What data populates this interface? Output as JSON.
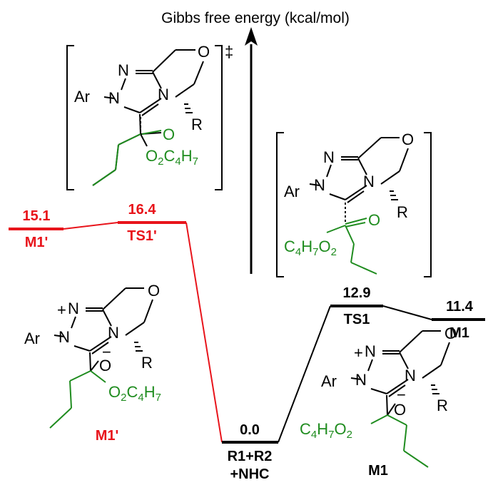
{
  "axis_label": "Gibbs free energy (kcal/mol)",
  "colors": {
    "black": "#000000",
    "red": "#e8141b",
    "green": "#1f8c1f"
  },
  "levels": {
    "m1p_value": "15.1",
    "m1p_label": "M1'",
    "ts1p_value": "16.4",
    "ts1p_label": "TS1'",
    "r_value": "0.0",
    "r_label1": "R1+R2",
    "r_label2": "+NHC",
    "ts1_value": "12.9",
    "ts1_label": "TS1",
    "m1_value": "11.4",
    "m1_label": "M1"
  },
  "struct_labels": {
    "left_m1p": "M1'",
    "right_m1": "M1"
  },
  "atoms": {
    "ar": "Ar",
    "n": "N",
    "o": "O",
    "r": "R",
    "plus": "+",
    "minus": "−",
    "dagger": "‡",
    "c": "C",
    "h": "H",
    "four": "4",
    "seven": "7",
    "two": "2"
  }
}
